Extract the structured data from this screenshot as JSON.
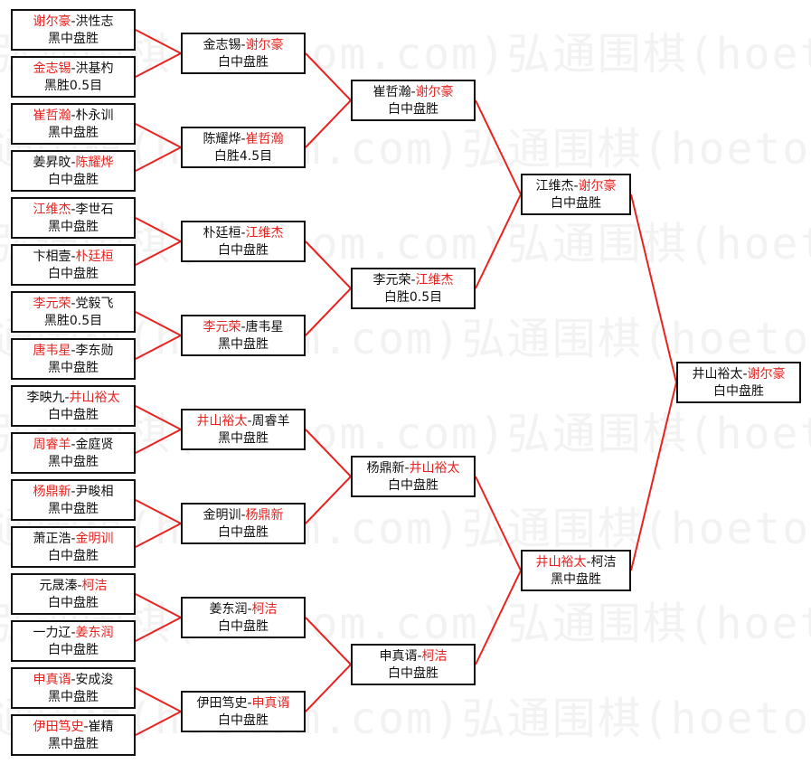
{
  "watermark": "弘通围棋(hoetom.com)弘通围棋(hoetom.com)",
  "colors": {
    "line": "#e8231f",
    "winner": "#e8231f"
  },
  "rounds": [
    [
      {
        "p1": "谢尔豪",
        "p2": "洪性志",
        "winner": 1,
        "result": "黑中盘胜"
      },
      {
        "p1": "金志锡",
        "p2": "洪基杓",
        "winner": 1,
        "result": "黑胜0.5目"
      },
      {
        "p1": "崔哲瀚",
        "p2": "朴永训",
        "winner": 1,
        "result": "黑中盘胜"
      },
      {
        "p1": "姜昇旼",
        "p2": "陈耀烨",
        "winner": 2,
        "result": "白中盘胜"
      },
      {
        "p1": "江维杰",
        "p2": "李世石",
        "winner": 1,
        "result": "黑中盘胜"
      },
      {
        "p1": "卞相壹",
        "p2": "朴廷桓",
        "winner": 2,
        "result": "白中盘胜"
      },
      {
        "p1": "李元荣",
        "p2": "党毅飞",
        "winner": 1,
        "result": "黑胜0.5目"
      },
      {
        "p1": "唐韦星",
        "p2": "李东勋",
        "winner": 1,
        "result": "黑中盘胜"
      },
      {
        "p1": "李映九",
        "p2": "井山裕太",
        "winner": 2,
        "result": "白中盘胜"
      },
      {
        "p1": "周睿羊",
        "p2": "金庭贤",
        "winner": 1,
        "result": "黑中盘胜"
      },
      {
        "p1": "杨鼎新",
        "p2": "尹畯相",
        "winner": 1,
        "result": "黑中盘胜"
      },
      {
        "p1": "萧正浩",
        "p2": "金明训",
        "winner": 2,
        "result": "白中盘胜"
      },
      {
        "p1": "元晟溱",
        "p2": "柯洁",
        "winner": 2,
        "result": "白中盘胜"
      },
      {
        "p1": "一力辽",
        "p2": "姜东润",
        "winner": 2,
        "result": "白中盘胜"
      },
      {
        "p1": "申真谞",
        "p2": "安成浚",
        "winner": 1,
        "result": "黑中盘胜"
      },
      {
        "p1": "伊田笃史",
        "p2": "崔精",
        "winner": 1,
        "result": "黑中盘胜"
      }
    ],
    [
      {
        "p1": "金志锡",
        "p2": "谢尔豪",
        "winner": 2,
        "result": "白中盘胜"
      },
      {
        "p1": "陈耀烨",
        "p2": "崔哲瀚",
        "winner": 2,
        "result": "白胜4.5目"
      },
      {
        "p1": "朴廷桓",
        "p2": "江维杰",
        "winner": 2,
        "result": "白中盘胜"
      },
      {
        "p1": "李元荣",
        "p2": "唐韦星",
        "winner": 1,
        "result": "黑中盘胜"
      },
      {
        "p1": "井山裕太",
        "p2": "周睿羊",
        "winner": 1,
        "result": "黑中盘胜"
      },
      {
        "p1": "金明训",
        "p2": "杨鼎新",
        "winner": 2,
        "result": "白中盘胜"
      },
      {
        "p1": "姜东润",
        "p2": "柯洁",
        "winner": 2,
        "result": "白中盘胜"
      },
      {
        "p1": "伊田笃史",
        "p2": "申真谞",
        "winner": 2,
        "result": "白中盘胜"
      }
    ],
    [
      {
        "p1": "崔哲瀚",
        "p2": "谢尔豪",
        "winner": 2,
        "result": "白中盘胜"
      },
      {
        "p1": "李元荣",
        "p2": "江维杰",
        "winner": 2,
        "result": "白胜0.5目"
      },
      {
        "p1": "杨鼎新",
        "p2": "井山裕太",
        "winner": 2,
        "result": "白中盘胜"
      },
      {
        "p1": "申真谞",
        "p2": "柯洁",
        "winner": 2,
        "result": "白中盘胜"
      }
    ],
    [
      {
        "p1": "江维杰",
        "p2": "谢尔豪",
        "winner": 2,
        "result": "白中盘胜"
      },
      {
        "p1": "井山裕太",
        "p2": "柯洁",
        "winner": 1,
        "result": "黑中盘胜"
      }
    ],
    [
      {
        "p1": "井山裕太",
        "p2": "谢尔豪",
        "winner": 2,
        "result": "白中盘胜"
      }
    ]
  ]
}
